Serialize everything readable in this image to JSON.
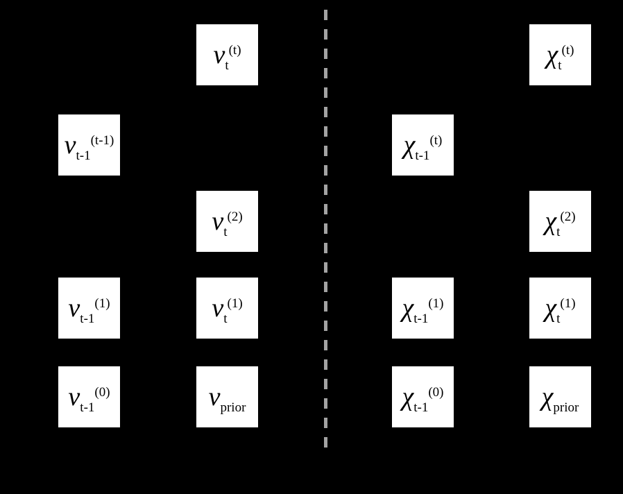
{
  "diagram": {
    "background_color": "#000000",
    "box_fill_color": "#ffffff",
    "text_color": "#000000",
    "divider": {
      "style": "dashed-vertical-line",
      "color": "#a3a3a3"
    },
    "panels": {
      "left_symbol": "ν",
      "right_symbol": "χ"
    },
    "nodes": [
      {
        "name": "nu-t-sup-t",
        "symbol": "ν",
        "sub": "t",
        "sup": "(t)"
      },
      {
        "name": "nu-t1-sup-t1",
        "symbol": "ν",
        "sub": "t-1",
        "sup": "(t-1)"
      },
      {
        "name": "nu-t-sup-2",
        "symbol": "ν",
        "sub": "t",
        "sup": "(2)"
      },
      {
        "name": "nu-t1-sup-1",
        "symbol": "ν",
        "sub": "t-1",
        "sup": "(1)"
      },
      {
        "name": "nu-t-sup-1",
        "symbol": "ν",
        "sub": "t",
        "sup": "(1)"
      },
      {
        "name": "nu-t1-sup-0",
        "symbol": "ν",
        "sub": "t-1",
        "sup": "(0)"
      },
      {
        "name": "nu-prior",
        "symbol": "ν",
        "sub": "prior",
        "sup": "",
        "sub_class": "sub-sans"
      },
      {
        "name": "chi-t-sup-t",
        "symbol": "χ",
        "sub": "t",
        "sup": "(t)"
      },
      {
        "name": "chi-t1-sup-t",
        "symbol": "χ",
        "sub": "t-1",
        "sup": "(t)"
      },
      {
        "name": "chi-t-sup-2",
        "symbol": "χ",
        "sub": "t",
        "sup": "(2)"
      },
      {
        "name": "chi-t1-sup-1",
        "symbol": "χ",
        "sub": "t-1",
        "sup": "(1)"
      },
      {
        "name": "chi-t-sup-1",
        "symbol": "χ",
        "sub": "t",
        "sup": "(1)"
      },
      {
        "name": "chi-t1-sup-0",
        "symbol": "χ",
        "sub": "t-1",
        "sup": "(0)"
      },
      {
        "name": "chi-prior",
        "symbol": "χ",
        "sub": "prior",
        "sup": "",
        "sub_class": "sub-sans"
      }
    ]
  }
}
